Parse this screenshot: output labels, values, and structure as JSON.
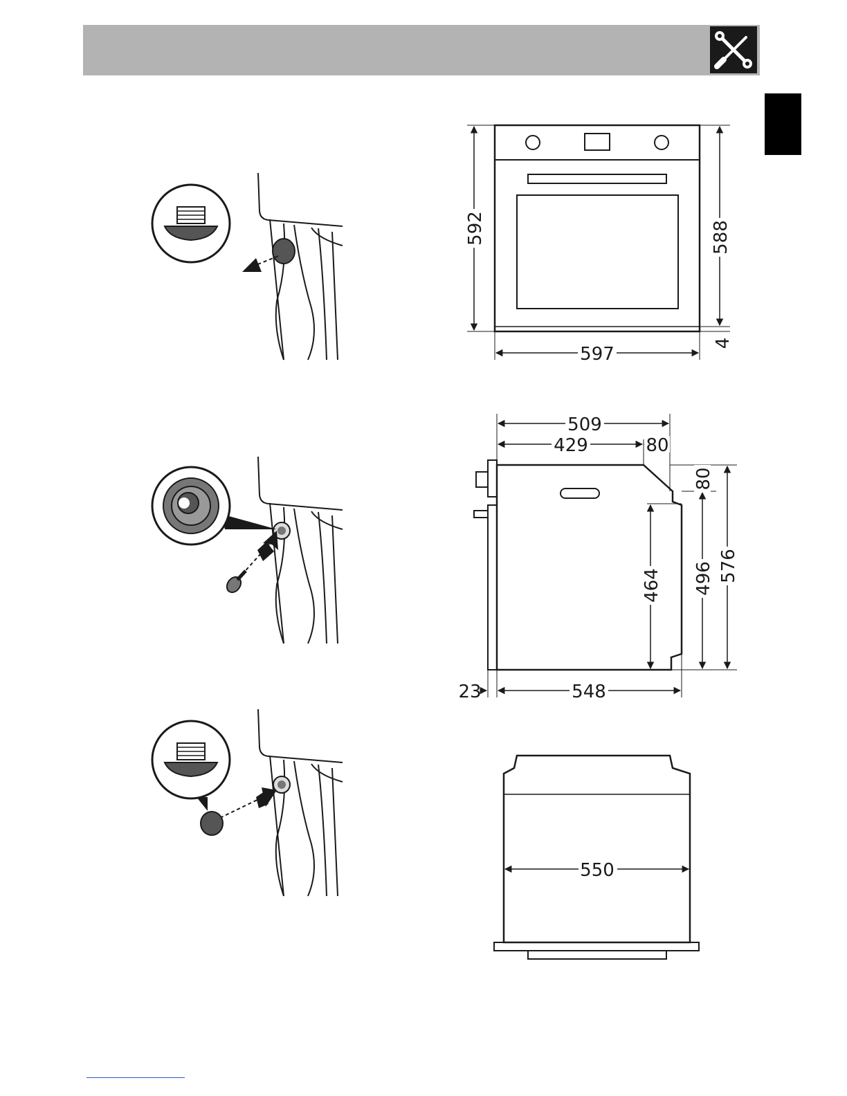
{
  "header": {
    "icon": "screwdriver-wrench-icon",
    "band_color": "#b3b3b3"
  },
  "language_tab": {
    "color": "#000000"
  },
  "front_view": {
    "height_left": "592",
    "height_right": "588",
    "bottom_gap": "4",
    "width": "597"
  },
  "side_view": {
    "depth_total": "509",
    "depth_body": "429",
    "depth_top_step": "80",
    "step_height": "80",
    "inner_height": "464",
    "body_height": "496",
    "total_height": "576",
    "door_offset": "23",
    "full_depth": "548"
  },
  "top_view": {
    "width": "550"
  },
  "steps": [
    {
      "icon": "remove-cap-icon"
    },
    {
      "icon": "insert-screw-icon"
    },
    {
      "icon": "refit-cap-icon"
    }
  ]
}
